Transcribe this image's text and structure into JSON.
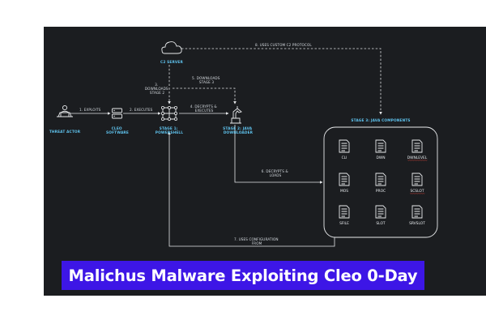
{
  "nodes": {
    "c2": "C2 SERVER",
    "actor": "THREAT ACTOR",
    "cleo": [
      "CLEO",
      "SOFTWARE"
    ],
    "stage1": [
      "STAGE 1:",
      "POWERSHELL"
    ],
    "stage2": [
      "STAGE 2: JAVA",
      "DOWNLOADER"
    ],
    "stage3": "STAGE 3: JAVA COMPONENTS"
  },
  "steps": {
    "s1": "1. EXPLOITS",
    "s2": "2. EXECUTES",
    "s3": [
      "3.",
      "DOWNLOADS",
      "STAGE 2"
    ],
    "s4": [
      "4. DECRYPTS &",
      "EXECUTES"
    ],
    "s5": [
      "5. DOWNLOADS",
      "STAGE 3"
    ],
    "s6": [
      "6. DECRYPTS &",
      "LOADS"
    ],
    "s7": [
      "7. USES CONFIGURATION",
      "FROM"
    ],
    "s8": "8. USES CUSTOM C2 PROTOCOL"
  },
  "components": [
    "CLI",
    "DWN",
    "DWNLEVEL",
    "MOS",
    "PROC",
    "SCSLOT",
    "SFILE",
    "SLOT",
    "SRVSLOT"
  ],
  "underlined_components": [
    "DWNLEVEL",
    "SCSLOT"
  ],
  "banner": "Malichus Malware Exploiting Cleo 0-Day",
  "colors": {
    "label": "#5fc3ee",
    "banner_bg": "#3d16e6",
    "panel_bg": "#1b1d20",
    "underline": "#e0453a"
  }
}
